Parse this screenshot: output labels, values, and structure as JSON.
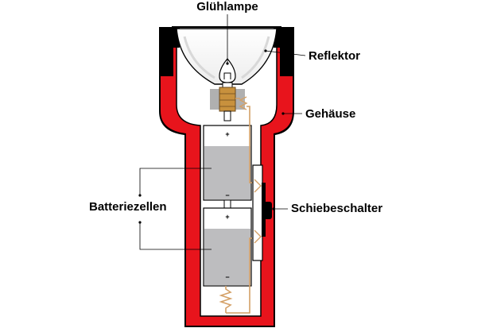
{
  "labels": {
    "bulb": "Glühlampe",
    "reflector": "Reflektor",
    "housing": "Gehäuse",
    "cells": "Batteriezellen",
    "switch": "Schiebeschalter"
  },
  "cell_terminals": {
    "top_plus": "+",
    "top_minus": "−",
    "bottom_plus": "+",
    "bottom_minus": "−"
  },
  "colors": {
    "housing": "#e8141c",
    "outline": "#000000",
    "cell_fill": "#bdbdbf",
    "wire": "#d4a066",
    "socket": "#c8913d",
    "socket_mount": "#b0b0b0"
  }
}
